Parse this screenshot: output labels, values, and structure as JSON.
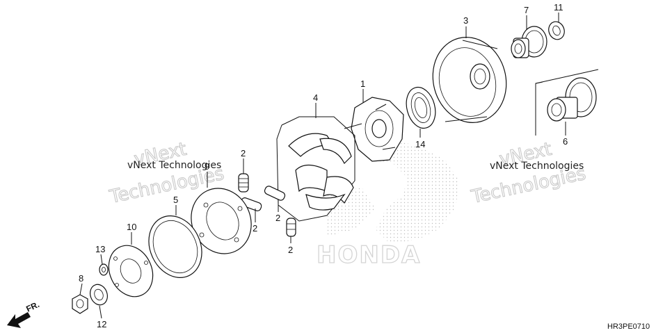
{
  "diagram": {
    "callouts": {
      "p1": "1",
      "p2a": "2",
      "p2b": "2",
      "p2c": "2",
      "p2d": "2",
      "p3": "3",
      "p4": "4",
      "p5": "5",
      "p6": "6",
      "p7": "7",
      "p8": "8",
      "p9": "9",
      "p10": "10",
      "p11": "11",
      "p12": "12",
      "p13": "13",
      "p14": "14"
    },
    "watermark_small_left": "vNext Technologies",
    "watermark_small_right": "vNext Technologies",
    "watermark_big_left_1": "vNext",
    "watermark_big_left_2": "Technologies",
    "watermark_big_right_1": "vNext",
    "watermark_big_right_2": "Technologies",
    "brand_watermark": "HONDA",
    "direction_label": "FR.",
    "diagram_code": "HR3PE0710",
    "colors": {
      "line": "#111111",
      "watermark": "#c9c9c9",
      "background": "#ffffff"
    }
  }
}
